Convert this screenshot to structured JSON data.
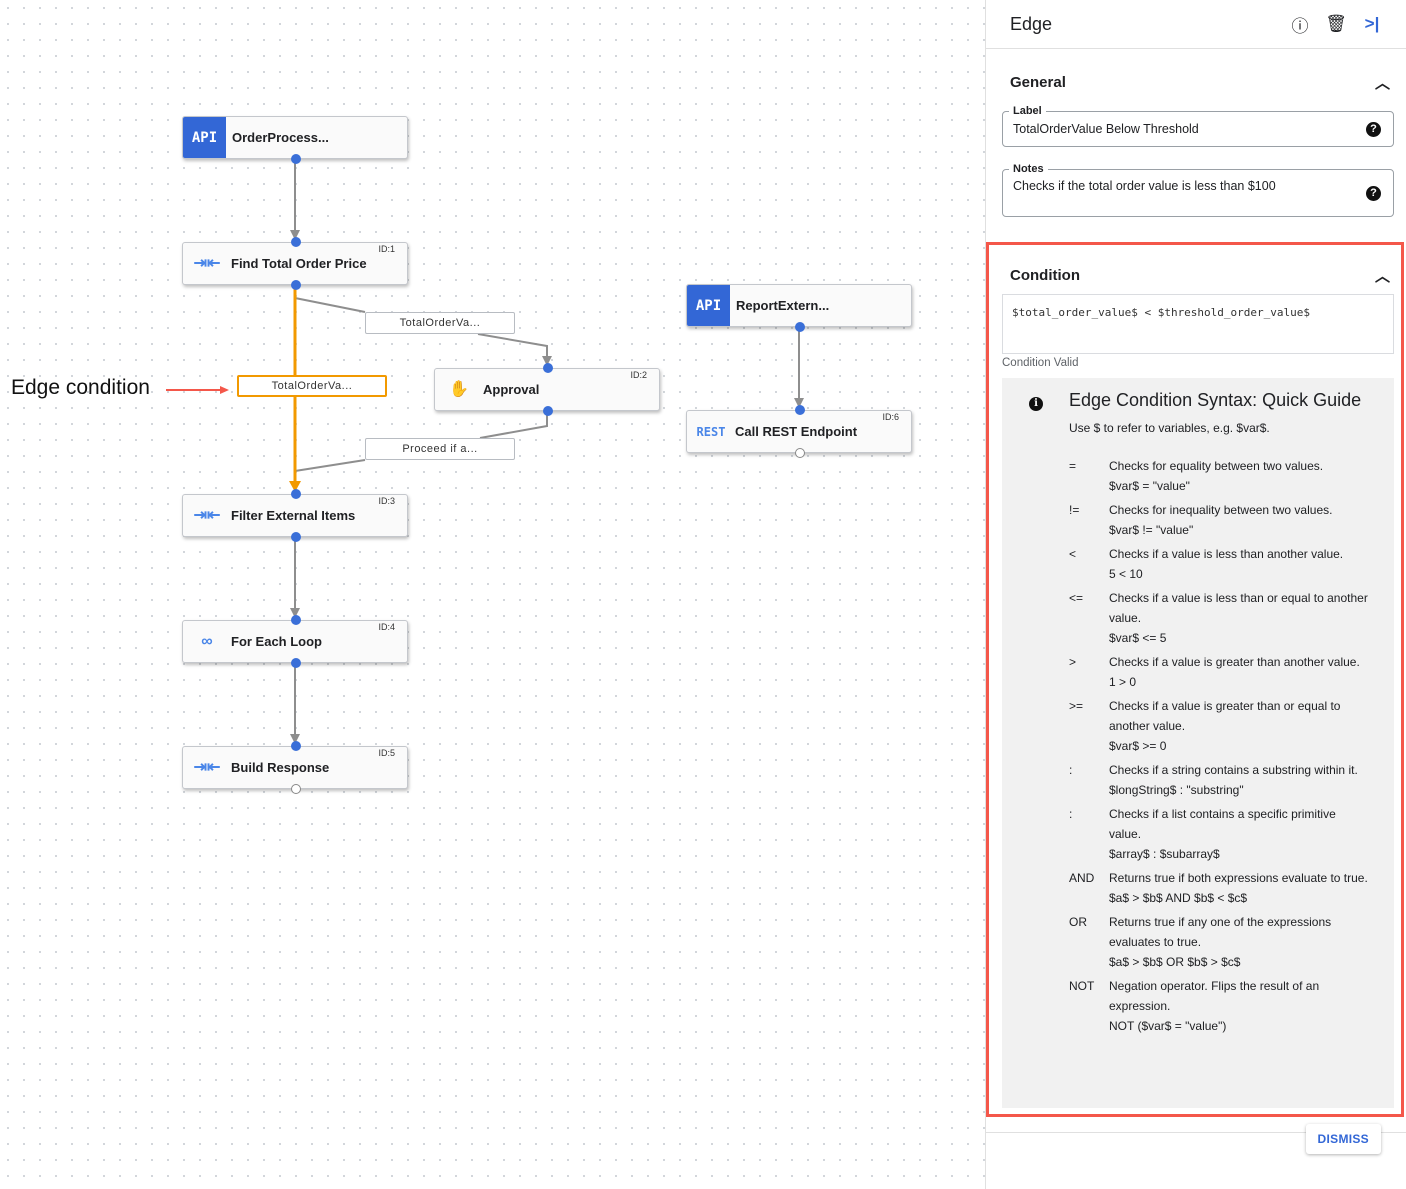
{
  "canvas": {
    "nodes": [
      {
        "name": "OrderProcess...",
        "type": "API",
        "icon": "api-badge"
      },
      {
        "name": "Find Total Order Price",
        "id": "ID:1",
        "icon": "data-mapping-icon"
      },
      {
        "name": "Approval",
        "id": "ID:2",
        "icon": "hand-icon"
      },
      {
        "name": "Filter External Items",
        "id": "ID:3",
        "icon": "data-mapping-icon"
      },
      {
        "name": "For Each Loop",
        "id": "ID:4",
        "icon": "loop-icon"
      },
      {
        "name": "Build Response",
        "id": "ID:5",
        "icon": "data-mapping-icon"
      },
      {
        "name": "ReportExtern...",
        "type": "API",
        "icon": "api-badge"
      },
      {
        "name": "Call REST Endpoint",
        "id": "ID:6",
        "type": "REST",
        "icon": "rest-icon"
      }
    ],
    "edge_labels": [
      "TotalOrderVa...",
      "TotalOrderVa...",
      "Proceed if a..."
    ],
    "annotation": "Edge condition",
    "colors": {
      "selected_edge": "#f29900",
      "edge": "#8e8e8e",
      "port": "#3a6fd8",
      "api_badge": "#3367d6",
      "annotation": "#f4574a"
    }
  },
  "panel": {
    "title": "Edge",
    "general": {
      "title": "General",
      "label_legend": "Label",
      "label_value": "TotalOrderValue Below Threshold",
      "notes_legend": "Notes",
      "notes_value": "Checks if the total order value is less than $100"
    },
    "condition": {
      "title": "Condition",
      "expression": "$total_order_value$ < $threshold_order_value$",
      "status": "Condition Valid"
    },
    "guide": {
      "title": "Edge Condition Syntax: Quick Guide",
      "subtitle": "Use $ to refer to variables, e.g. $var$.",
      "rows": [
        {
          "op": "=",
          "desc": "Checks for equality between two values.",
          "ex": "$var$ = \"value\""
        },
        {
          "op": "!=",
          "desc": "Checks for inequality between two values.",
          "ex": "$var$ != \"value\""
        },
        {
          "op": "<",
          "desc": "Checks if a value is less than another value.",
          "ex": "5 < 10"
        },
        {
          "op": "<=",
          "desc": "Checks if a value is less than or equal to another value.",
          "ex": "$var$ <= 5"
        },
        {
          "op": ">",
          "desc": "Checks if a value is greater than another value.",
          "ex": "1 > 0"
        },
        {
          "op": ">=",
          "desc": "Checks if a value is greater than or equal to another value.",
          "ex": "$var$ >= 0"
        },
        {
          "op": ":",
          "desc": "Checks if a string contains a substring within it.",
          "ex": "$longString$ : \"substring\""
        },
        {
          "op": ":",
          "desc": "Checks if a list contains a specific primitive value.",
          "ex": "$array$ : $subarray$"
        },
        {
          "op": "AND",
          "desc": "Returns true if both expressions evaluate to true.",
          "ex": "$a$ > $b$ AND $b$ < $c$"
        },
        {
          "op": "OR",
          "desc": "Returns true if any one of the expressions evaluates to true.",
          "ex": "$a$ > $b$ OR $b$ > $c$"
        },
        {
          "op": "NOT",
          "desc": "Negation operator. Flips the result of an expression.",
          "ex": "NOT ($var$ = \"value\")"
        }
      ]
    },
    "dismiss": "DISMISS"
  }
}
